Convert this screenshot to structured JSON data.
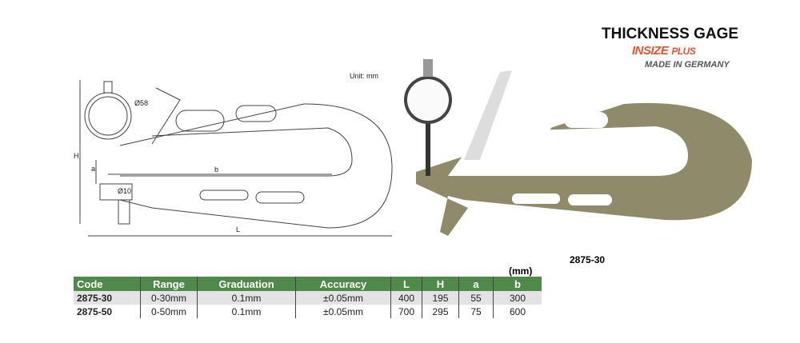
{
  "header": {
    "title": "THICKNESS GAGE",
    "brand": "INSIZE",
    "brand_suffix": "PLUS",
    "made_in": "MADE IN GERMANY"
  },
  "diagram": {
    "unit": "Unit: mm",
    "labels": {
      "dial": "Ø58",
      "anvil": "Ø10",
      "H": "H",
      "a": "a",
      "b": "b",
      "L": "L"
    }
  },
  "photo": {
    "model": "2875-30"
  },
  "table": {
    "unit": "(mm)",
    "columns": [
      "Code",
      "Range",
      "Graduation",
      "Accuracy",
      "L",
      "H",
      "a",
      "b"
    ],
    "rows": [
      [
        "2875-30",
        "0-30mm",
        "0.1mm",
        "±0.05mm",
        "400",
        "195",
        "55",
        "300"
      ],
      [
        "2875-50",
        "0-50mm",
        "0.1mm",
        "±0.05mm",
        "700",
        "295",
        "75",
        "600"
      ]
    ]
  },
  "colors": {
    "header_green": "#4f8a4a",
    "brand_orange": "#e8512a",
    "gage_olive": "#8f8a6a"
  }
}
